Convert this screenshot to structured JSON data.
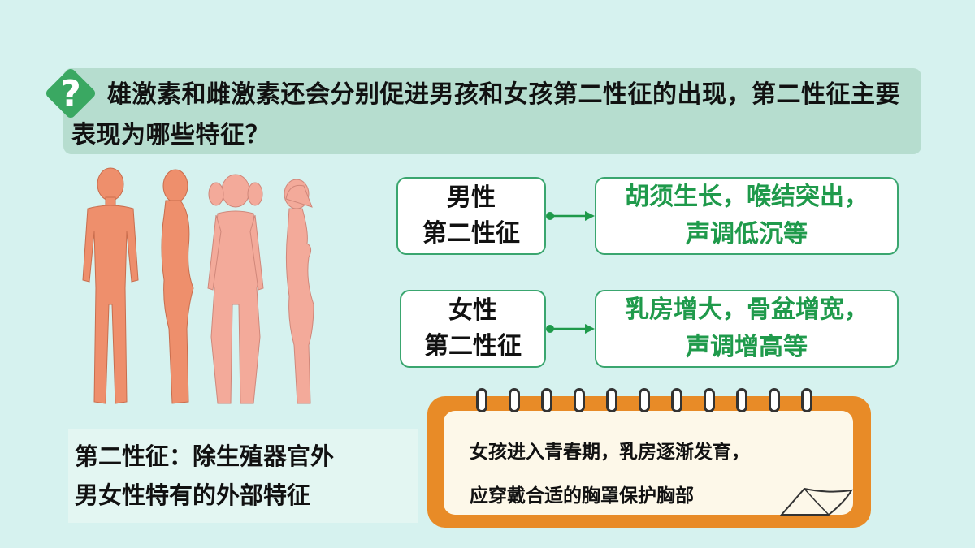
{
  "question": {
    "icon": "question-mark-icon",
    "text": "雄激素和雌激素还会分别促进男孩和女孩第二性征的出现，第二性征主要表现为哪些特征？"
  },
  "figures": {
    "icon": "human-body-silhouettes"
  },
  "male": {
    "label_line1": "男性",
    "label_line2": "第二性征",
    "value_line1": "胡须生长，喉结突出，",
    "value_line2": "声调低沉等"
  },
  "female": {
    "label_line1": "女性",
    "label_line2": "第二性征",
    "value_line1": "乳房增大，骨盆增宽，",
    "value_line2": "声调增高等"
  },
  "definition": {
    "line1": "第二性征：除生殖器官外",
    "line2": "男女性特有的外部特征"
  },
  "note": {
    "line1": "女孩进入青春期，乳房逐渐发育，",
    "line2": "应穿戴合适的胸罩保护胸部"
  },
  "colors": {
    "background": "#d6f2ef",
    "banner": "#b6ddcf",
    "accent_green": "#1f9a4b",
    "border_green": "#3aa66f",
    "note_orange": "#e88b27",
    "male_skin": "#ee8f6c",
    "female_skin": "#f3aa9a"
  }
}
